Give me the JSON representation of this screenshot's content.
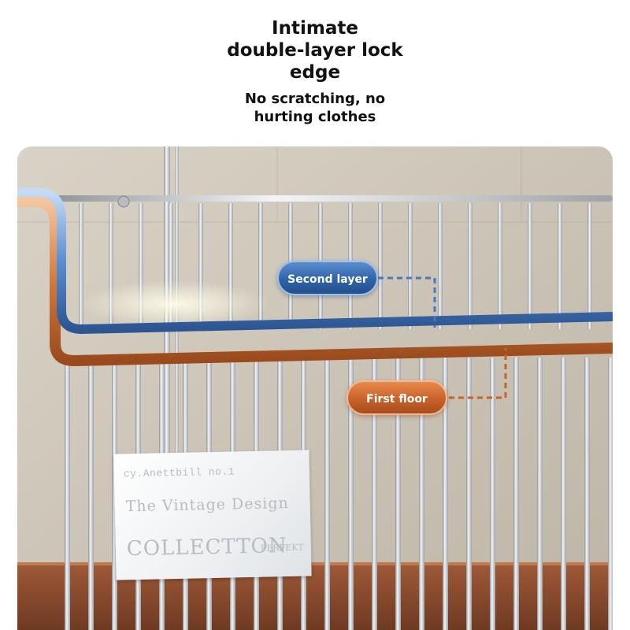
{
  "header": {
    "title": "Intimate\ndouble-layer lock\nedge",
    "subtitle": "No scratching, no\nhurting clothes"
  },
  "callouts": {
    "second_layer": "Second layer",
    "first_floor": "First floor"
  },
  "plate": {
    "line1": "cy.Anettbill no.1",
    "line2": "The Vintage Design",
    "line3": "COLLECTTON",
    "line4": "PERFEKT"
  },
  "colors": {
    "second_layer_accent": "#2f63a8",
    "first_floor_accent": "#c8622a",
    "background_wall": "#cfc9bd",
    "shelf_wood": "#8a4a2e",
    "rail_steel": "#c9ccd0"
  }
}
